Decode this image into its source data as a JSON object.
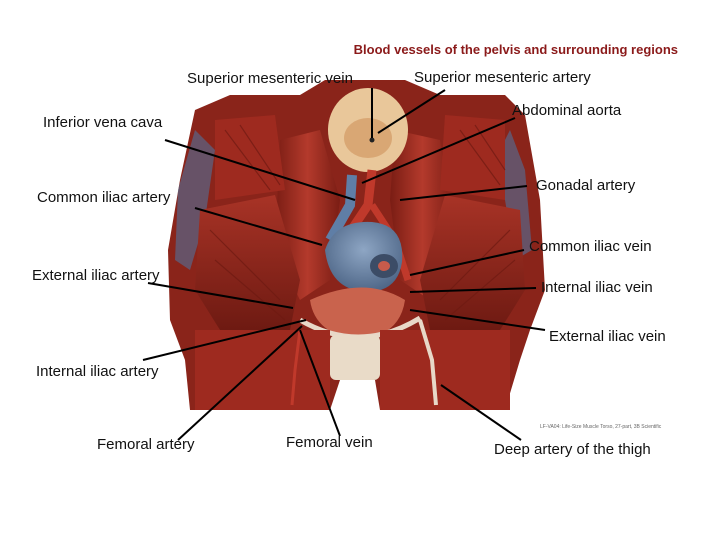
{
  "header": {
    "title": "Blood vessels of the pelvis and surrounding regions",
    "title_color": "#8b1a1a"
  },
  "photo": {
    "caption": "LF-VA04: Life-Size Muscle Torso, 27-part, 3B Scientific"
  },
  "labels": {
    "superior_mesenteric_vein": "Superior mesenteric vein",
    "superior_mesenteric_artery": "Superior mesenteric artery",
    "inferior_vena_cava": "Inferior vena cava",
    "abdominal_aorta": "Abdominal aorta",
    "common_iliac_artery": "Common iliac artery",
    "gonadal_artery": "Gonadal artery",
    "common_iliac_vein": "Common iliac vein",
    "external_iliac_artery": "External iliac artery",
    "internal_iliac_vein": "Internal iliac vein",
    "external_iliac_vein": "External iliac vein",
    "internal_iliac_artery": "Internal iliac artery",
    "femoral_artery": "Femoral artery",
    "femoral_vein": "Femoral vein",
    "deep_artery_of_the_thigh": "Deep artery of the thigh"
  },
  "colors": {
    "muscle": "#9e2a1f",
    "muscle_dark": "#6e1a12",
    "muscle_light": "#c4493a",
    "vein": "#6f8fb3",
    "artery": "#c0392b",
    "tendon": "#e8d8c8",
    "leader_line": "#000000"
  }
}
